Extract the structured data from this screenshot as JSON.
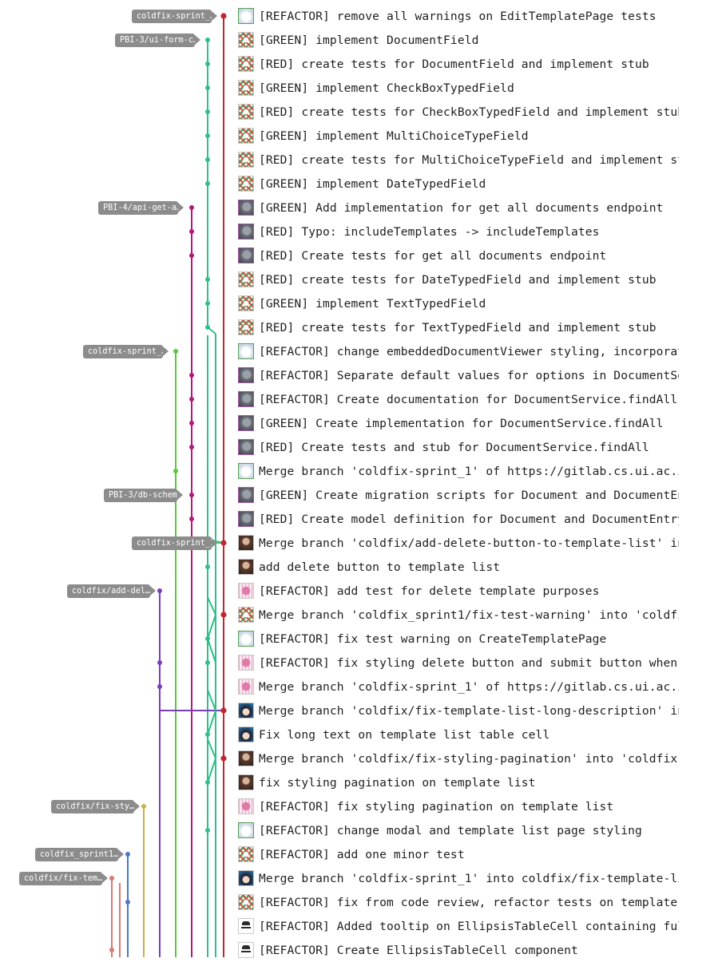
{
  "branch_labels": [
    {
      "name": "coldfix-sprint_1",
      "text": "coldfix-sprint_…",
      "row": 0,
      "lane": "red"
    },
    {
      "name": "PBI-3/ui-form-c",
      "text": "PBI-3/ui-form-c…",
      "row": 1,
      "lane": "teal"
    },
    {
      "name": "PBI-4/api-get-a",
      "text": "PBI-4/api-get-a…",
      "row": 8,
      "lane": "magenta"
    },
    {
      "name": "coldfix-sprint",
      "text": "coldfix-sprint_…",
      "row": 14,
      "lane": "green"
    },
    {
      "name": "PBI-3/db-schema",
      "text": "PBI-3/db-schema",
      "row": 20,
      "lane": "magenta"
    },
    {
      "name": "coldfix-sprint_1-local",
      "text": "coldfix-sprint_1…",
      "row": 22,
      "lane": "red"
    },
    {
      "name": "coldfix/add-del",
      "text": "coldfix/add-del…",
      "row": 24,
      "lane": "purple"
    },
    {
      "name": "coldfix/fix-sty",
      "text": "coldfix/fix-sty…",
      "row": 33,
      "lane": "olive"
    },
    {
      "name": "coldfix_sprint1",
      "text": "coldfix_sprint1…",
      "row": 35,
      "lane": "blue"
    },
    {
      "name": "coldfix/fix-tem",
      "text": "coldfix/fix-tem…",
      "row": 36,
      "lane": "salmon"
    }
  ],
  "commits": [
    {
      "message": "[REFACTOR] remove all warnings on EditTemplatePage tests",
      "avatar": "cloud"
    },
    {
      "message": "[GREEN] implement DocumentField",
      "avatar": "grid"
    },
    {
      "message": "[RED] create tests for DocumentField and implement stub",
      "avatar": "grid"
    },
    {
      "message": "[GREEN] implement CheckBoxTypedField",
      "avatar": "grid"
    },
    {
      "message": "[RED] create tests for CheckBoxTypedField and implement stub",
      "avatar": "grid"
    },
    {
      "message": "[GREEN] implement MultiChoiceTypeField",
      "avatar": "grid"
    },
    {
      "message": "[RED] create tests for MultiChoiceTypeField and implement stub",
      "avatar": "grid"
    },
    {
      "message": "[GREEN] implement DateTypedField",
      "avatar": "grid"
    },
    {
      "message": "[GREEN] Add implementation for get all documents endpoint",
      "avatar": "grey"
    },
    {
      "message": "[RED] Typo: includeTemplates -> includeTemplates",
      "avatar": "grey"
    },
    {
      "message": "[RED] Create tests for get all documents endpoint",
      "avatar": "grey"
    },
    {
      "message": "[RED] create tests for DateTypedField and implement stub",
      "avatar": "grid"
    },
    {
      "message": "[GREEN] implement TextTypedField",
      "avatar": "grid"
    },
    {
      "message": "[RED] create tests for TextTypedField and implement stub",
      "avatar": "grid"
    },
    {
      "message": "[REFACTOR] change embeddedDocumentViewer styling, incorporate c",
      "avatar": "cloud"
    },
    {
      "message": "[REFACTOR] Separate default values for options in DocumentServic",
      "avatar": "grey"
    },
    {
      "message": "[REFACTOR] Create documentation for DocumentService.findAll",
      "avatar": "grey"
    },
    {
      "message": "[GREEN] Create implementation for DocumentService.findAll",
      "avatar": "grey"
    },
    {
      "message": "[RED] Create tests and stub for DocumentService.findAll",
      "avatar": "grey"
    },
    {
      "message": "Merge branch 'coldfix-sprint_1' of https://gitlab.cs.ui.ac.id/p",
      "avatar": "cloud"
    },
    {
      "message": "[GREEN] Create migration scripts for Document and DocumentEntry",
      "avatar": "grey"
    },
    {
      "message": "[RED] Create model definition for Document and DocumentEntry",
      "avatar": "grey"
    },
    {
      "message": "Merge branch 'coldfix/add-delete-button-to-template-list' into",
      "avatar": "photo"
    },
    {
      "message": "add delete button to template list",
      "avatar": "photo"
    },
    {
      "message": "[REFACTOR] add test for delete template purposes",
      "avatar": "pink"
    },
    {
      "message": "Merge branch 'coldfix_sprint1/fix-test-warning' into 'coldfix-s",
      "avatar": "grid"
    },
    {
      "message": "[REFACTOR] fix test warning on CreateTemplatePage",
      "avatar": "cloud"
    },
    {
      "message": "[REFACTOR] fix styling delete button and submit button when cre",
      "avatar": "pink"
    },
    {
      "message": "Merge branch 'coldfix-sprint_1' of https://gitlab.cs.ui.ac.id/p",
      "avatar": "pink"
    },
    {
      "message": "Merge branch 'coldfix/fix-template-list-long-description' into",
      "avatar": "anime"
    },
    {
      "message": "Fix long text on template list table cell",
      "avatar": "anime"
    },
    {
      "message": "Merge branch 'coldfix/fix-styling-pagination' into 'coldfix-spr",
      "avatar": "photo"
    },
    {
      "message": "fix styling pagination on template list",
      "avatar": "photo"
    },
    {
      "message": "[REFACTOR] fix styling pagination on template list",
      "avatar": "pink"
    },
    {
      "message": "[REFACTOR] change modal and template list page styling",
      "avatar": "cloud"
    },
    {
      "message": "[REFACTOR] add one minor test",
      "avatar": "grid"
    },
    {
      "message": "Merge branch 'coldfix-sprint_1' into coldfix/fix-template-list-",
      "avatar": "anime"
    },
    {
      "message": "[REFACTOR] fix from code review, refactor tests on template cre",
      "avatar": "grid"
    },
    {
      "message": "[REFACTOR] Added tooltip on EllipsisTableCell containing full t",
      "avatar": "spy"
    },
    {
      "message": "[REFACTOR] Create EllipsisTableCell component",
      "avatar": "spy"
    }
  ],
  "lane_colors": {
    "red": "#c0262f",
    "teal": "#2fc08a",
    "magenta": "#b5177c",
    "green": "#5bc93f",
    "purple": "#7b3cc1",
    "olive": "#c9b24a",
    "blue": "#4a78c9",
    "salmon": "#d77a72",
    "label_bg": "#8c8c8c"
  }
}
